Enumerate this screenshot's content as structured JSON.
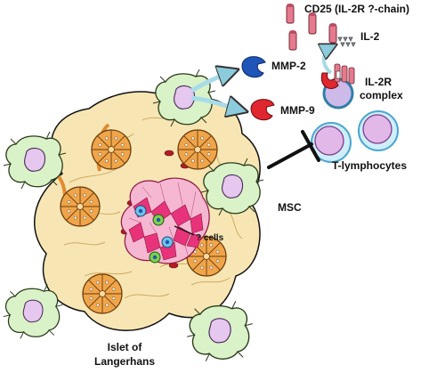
{
  "labels": {
    "cd25": "CD25 (IL-2R ?-chain)",
    "il2": "IL-2",
    "mmp2": "MMP-2",
    "mmp9": "MMP-9",
    "il2r_line1": "IL-2R",
    "il2r_line2": "complex",
    "t_lymphocytes": "T-lymphocytes",
    "msc": "MSC",
    "beta_cells": "? cells",
    "islet_line1": "Islet of",
    "islet_line2": "Langerhans"
  },
  "colors": {
    "msc_fill": "#d9f2c8",
    "msc_nucleus": "#e6c7ee",
    "tissue_fill": "#f7e6b4",
    "tissue_edge": "#b08a3c",
    "acinus_fill": "#f0a54a",
    "islet_pink": "#e8337a",
    "islet_light": "#f5b7d2",
    "tcell_ring": "#a9dcef",
    "tcell_nucleus": "#e2b8e8",
    "mmp2": "#1f54b8",
    "mmp9": "#e0262e",
    "receptor_pink": "#e57a8e",
    "arrow": "#a8dbe8"
  }
}
